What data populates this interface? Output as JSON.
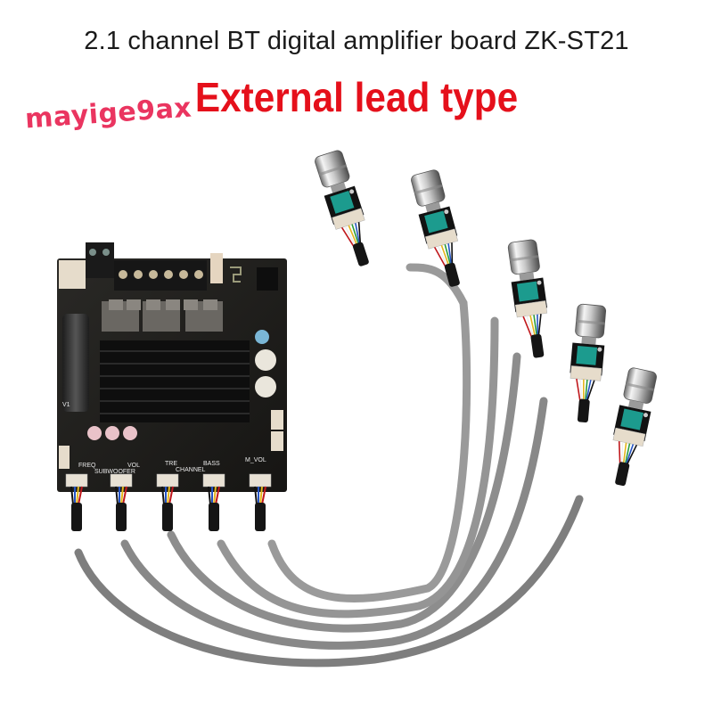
{
  "header": {
    "subtitle": "2.1 channel BT digital amplifier board ZK-ST21",
    "headline": "External lead type",
    "headline_color": "#e5101b"
  },
  "watermark": {
    "text": "mayige9ax",
    "color": "#ea3560"
  },
  "product": {
    "model": "ZK-ST21",
    "board_color": "#1e1d1b",
    "heatsink_color": "#111111",
    "cable_color": "#8d8d8d",
    "knob_count": 5,
    "connector_labels": [
      "FREQ",
      "SUBWOOFER",
      "VOL",
      "TRE",
      "CHANNEL",
      "BASS",
      "M_VOL"
    ],
    "board_marking": "V1"
  }
}
